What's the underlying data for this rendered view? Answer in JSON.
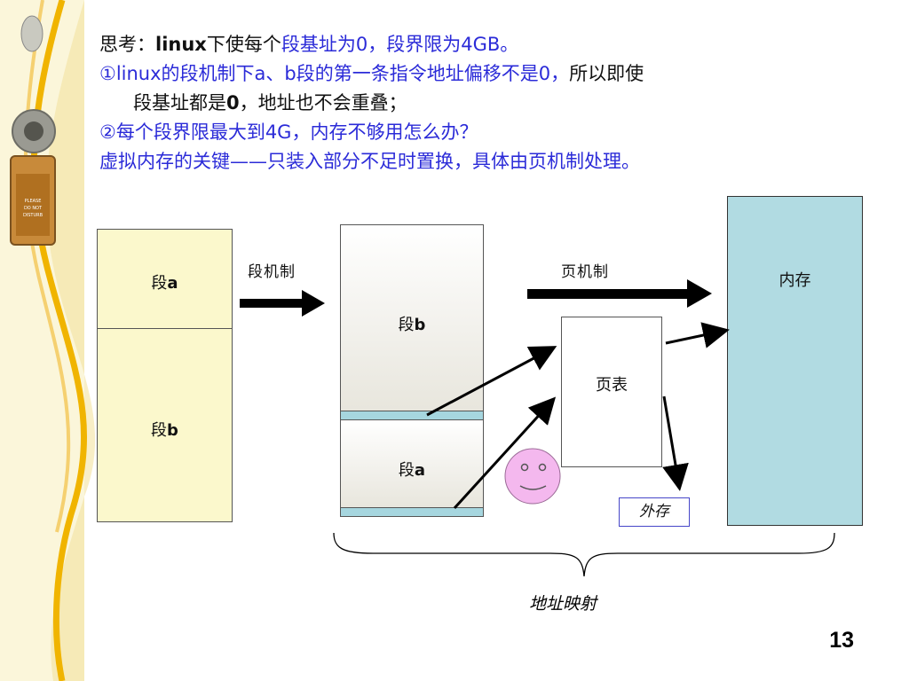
{
  "slide": {
    "page_number": "13"
  },
  "text": {
    "line1": {
      "prefix": "思考：",
      "bold_word": "linux",
      "middle": "下使每个",
      "highlight": "段基址为0，段界限为4GB。"
    },
    "line2": {
      "blue_part": "①linux的段机制下a、b段的第一条指令地址偏移不是0，",
      "black_part": "所以即使"
    },
    "line3": {
      "prefix": "段基址都是",
      "bold_part": "0",
      "suffix": "，地址也不会重叠；"
    },
    "line4": "②每个段界限最大到4G，内存不够用怎么办？",
    "line5": "虚拟内存的关键——只装入部分不足时置换，具体由页机制处理。"
  },
  "diagram": {
    "segment_a_left": {
      "prefix": "段",
      "suffix": "a"
    },
    "segment_b_left": {
      "prefix": "段",
      "suffix": "b"
    },
    "segment_b_mid": {
      "prefix": "段",
      "suffix": "b"
    },
    "segment_a_mid": {
      "prefix": "段",
      "suffix": "a"
    },
    "seg_mechanism_label": "段机制",
    "page_mechanism_label": "页机制",
    "page_table_label": "页表",
    "memory_label": "内存",
    "external_storage_label": "外存",
    "address_mapping_label": "地址映射"
  },
  "colors": {
    "accent_blue": "#2b2bd8",
    "segment_yellow": "#fbf8cc",
    "memory_teal": "#b1dbe2",
    "smiley_pink": "#f4b8ee"
  },
  "icons": {
    "do_not_disturb_tag": "door-hanger-icon",
    "smiley": "smiley-face-icon"
  }
}
